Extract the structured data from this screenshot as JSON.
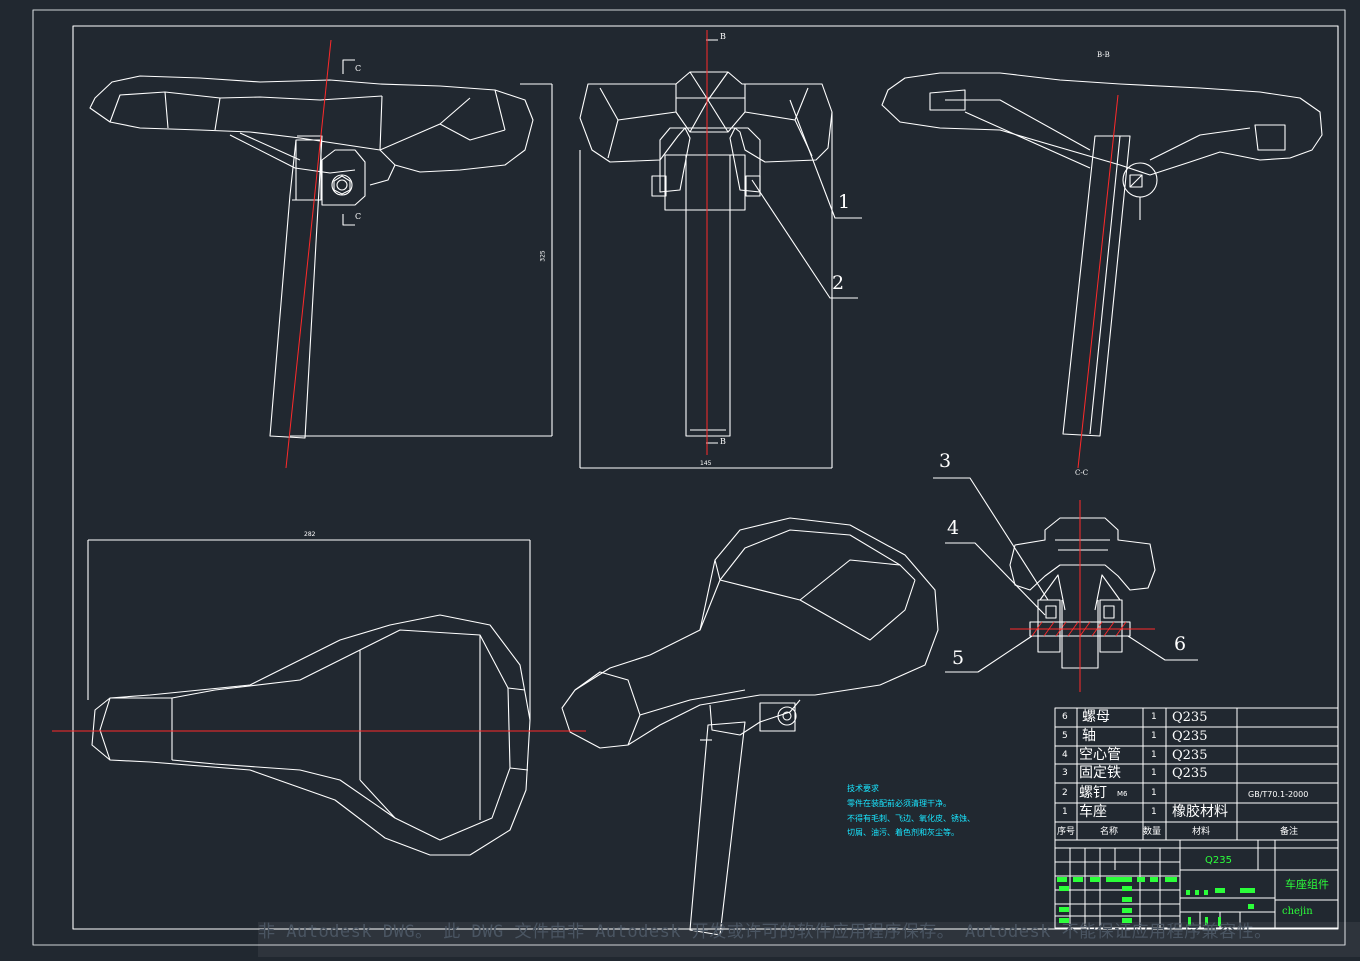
{
  "drawing": {
    "title_block": {
      "material": "Q235",
      "assembly_name": "车座组件",
      "designer": "chejin"
    },
    "section_labels": {
      "b": "B",
      "c": "C",
      "bb": "B-B",
      "cc": "C-C"
    },
    "dimensions": {
      "height": "325",
      "width_front": "145",
      "length_top": "282"
    },
    "balloons": [
      "1",
      "2",
      "3",
      "4",
      "5",
      "6"
    ],
    "bom": {
      "rows": [
        {
          "no": "6",
          "name": "螺母",
          "qty": "1",
          "material": "Q235",
          "note": ""
        },
        {
          "no": "5",
          "name": "轴",
          "qty": "1",
          "material": "Q235",
          "note": ""
        },
        {
          "no": "4",
          "name": "空心管",
          "qty": "1",
          "material": "Q235",
          "note": ""
        },
        {
          "no": "3",
          "name": "固定铁",
          "qty": "1",
          "material": "Q235",
          "note": ""
        },
        {
          "no": "2",
          "name": "螺钉",
          "spec": "M6",
          "qty": "1",
          "material": "",
          "note": "GB/T70.1-2000"
        },
        {
          "no": "1",
          "name": "车座",
          "qty": "1",
          "material": "橡胶材料",
          "note": ""
        }
      ],
      "headers": {
        "no": "序号",
        "name": "名称",
        "qty": "数量",
        "material": "材料",
        "note": "备注"
      }
    },
    "tech_requirements": {
      "title": "技术要求",
      "lines": [
        "零件在装配前必须清理干净。",
        "不得有毛刺、飞边、氧化皮、锈蚀、",
        "切屑、油污、着色剂和灰尘等。"
      ]
    },
    "watermark": "非 Autodesk DWG。 此 DWG 文件由非 Autodesk 开发或许可的软件应用程序保存。 Autodesk 不能保证应用程序兼容性。",
    "colors": {
      "background": "#212830",
      "lines": "#ffffff",
      "centerline": "#ff2a2a",
      "annotation": "#19e6ff",
      "title_fill": "#2bff3a"
    }
  }
}
